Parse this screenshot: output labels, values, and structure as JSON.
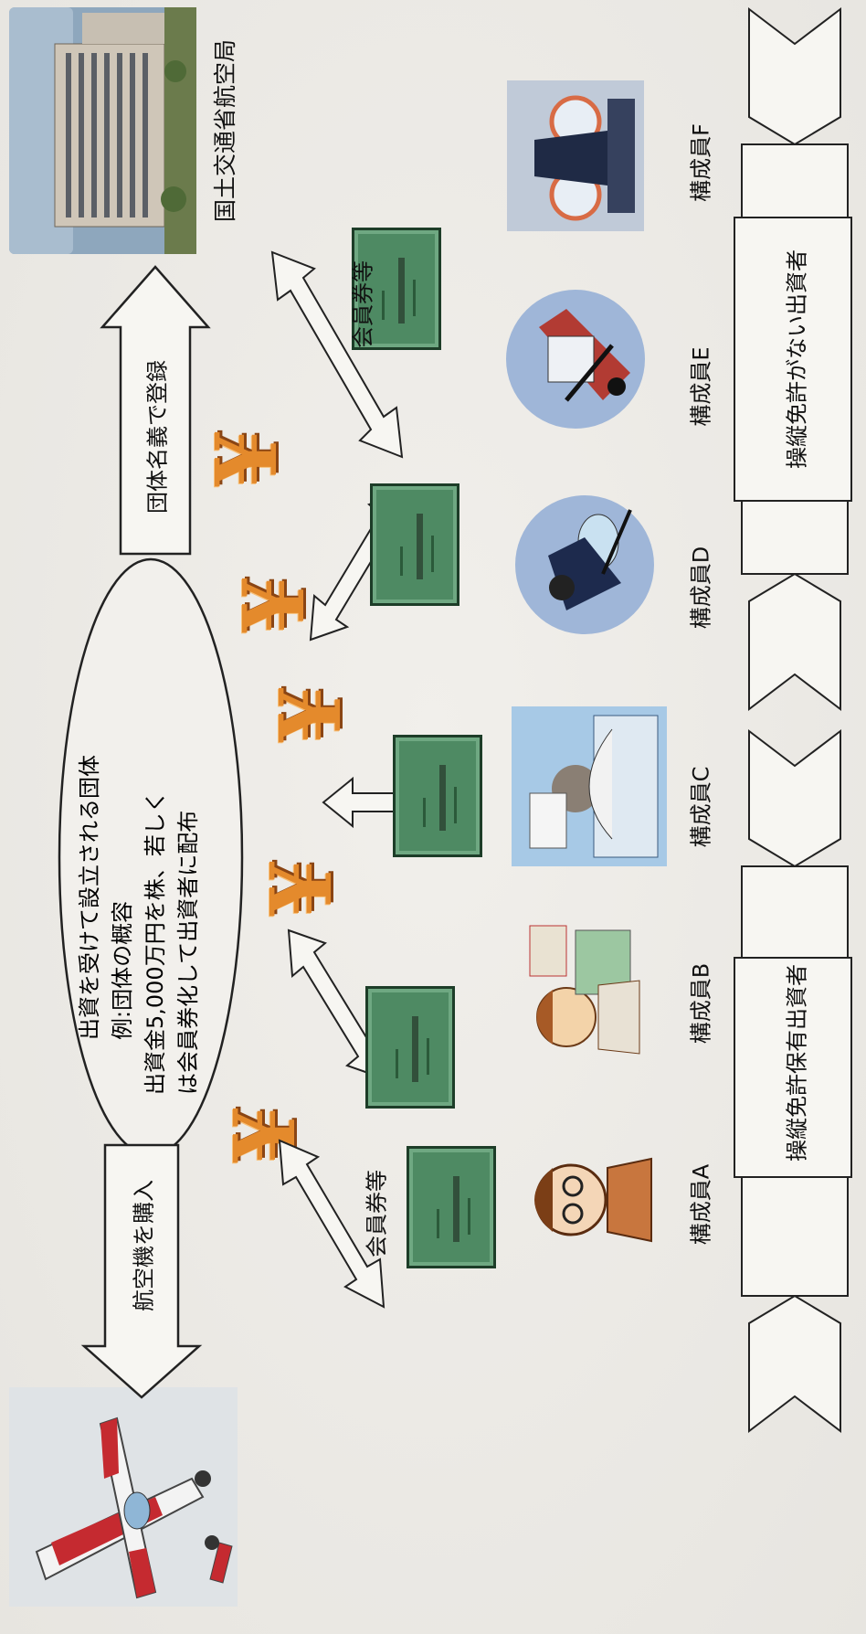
{
  "ellipse": {
    "line1": "出資を受けて設立される団体",
    "line2": "例:団体の概容",
    "line3": "出資金5,000万円を株、若しく",
    "line4": "は会員券化して出資者に配布"
  },
  "arrows": {
    "purchase": "航空機を購入",
    "register": "団体名義で登録"
  },
  "building_label": "国土交通省航空局",
  "certificate_label_left": "会員券等",
  "certificate_label_right": "会員券等",
  "members": [
    {
      "label": "構成員A"
    },
    {
      "label": "構成員B"
    },
    {
      "label": "構成員C"
    },
    {
      "label": "構成員D"
    },
    {
      "label": "構成員E"
    },
    {
      "label": "構成員F"
    }
  ],
  "ribbons": {
    "left": "操縦免許保有出資者",
    "right": "操縦免許がない出資者"
  },
  "colors": {
    "plane": "#b8242a",
    "yen": "#e48a2c",
    "certificate": "#4e8a63"
  }
}
